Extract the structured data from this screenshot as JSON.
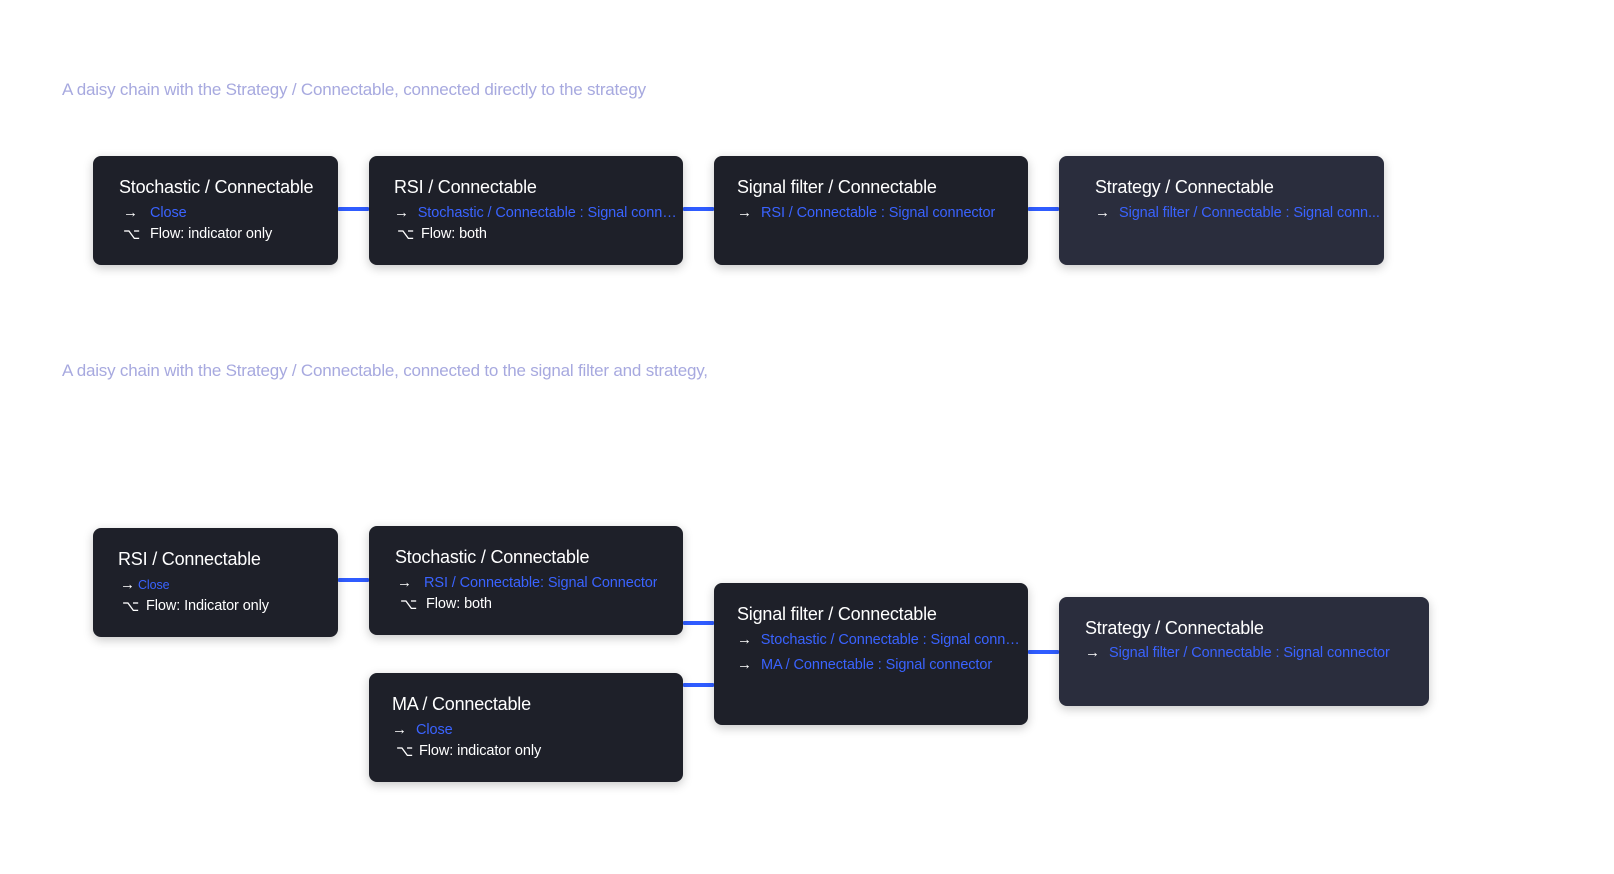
{
  "captions": {
    "first": "A daisy chain with the Strategy / Connectable,  connected directly to the strategy",
    "second": "A daisy chain with the Strategy / Connectable,  connected to the signal filter and strategy,"
  },
  "icons": {
    "input_arrow": "→",
    "flow_symbol": "⌥"
  },
  "colors": {
    "node_bg": "#1e2029",
    "strategy_bg": "#2a2d3d",
    "link": "#3a63ff",
    "wire": "#2f5cff",
    "caption": "#a7a9df"
  },
  "chain1": {
    "stochastic": {
      "title": "Stochastic / Connectable",
      "input": "Close",
      "flow": "Flow: indicator only"
    },
    "rsi": {
      "title": "RSI / Connectable",
      "input": "Stochastic / Connectable : Signal conne...",
      "flow": "Flow: both"
    },
    "signal_filter": {
      "title": "Signal filter / Connectable",
      "input": "RSI / Connectable : Signal connector"
    },
    "strategy": {
      "title": "Strategy / Connectable",
      "input": "Signal filter / Connectable : Signal conn..."
    }
  },
  "chain2": {
    "rsi": {
      "title": "RSI / Connectable",
      "input": "Close",
      "flow": "Flow: Indicator only"
    },
    "stochastic": {
      "title": "Stochastic / Connectable",
      "input": "RSI / Connectable: Signal Connector",
      "flow": "Flow: both"
    },
    "ma": {
      "title": "MA / Connectable",
      "input": "Close",
      "flow": "Flow: indicator only"
    },
    "signal_filter": {
      "title": "Signal filter / Connectable",
      "input_1": "Stochastic / Connectable : Signal conne...",
      "input_2": "MA / Connectable : Signal connector"
    },
    "strategy": {
      "title": "Strategy / Connectable",
      "input": "Signal filter / Connectable : Signal connector"
    }
  }
}
